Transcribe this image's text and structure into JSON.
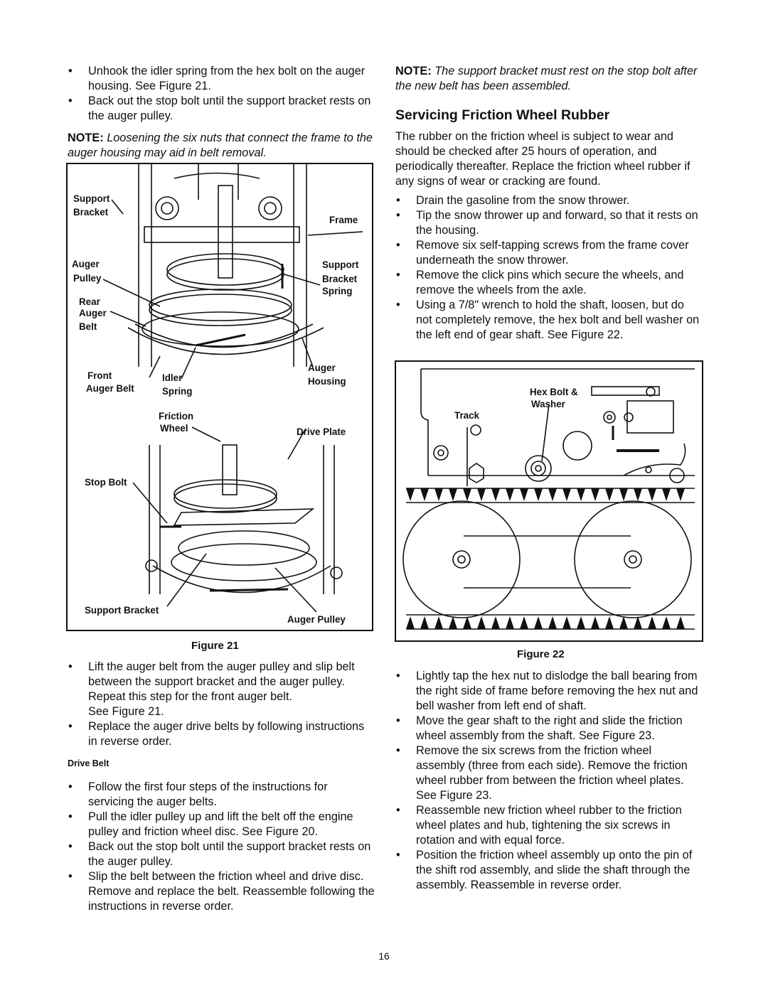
{
  "left_column": {
    "bullets_top": [
      "Unhook the idler spring from the hex bolt on the auger housing. See Figure 21.",
      "Back out the stop bolt until the support bracket rests on the auger pulley."
    ],
    "note_label": "NOTE:",
    "note_text": "Loosening the six nuts that connect the frame to the auger housing may aid in belt removal.",
    "figure21": {
      "caption": "Figure 21",
      "labels": {
        "support_bracket_top_1": "Support",
        "support_bracket_top_2": "Bracket",
        "frame": "Frame",
        "auger_pulley_1": "Auger",
        "auger_pulley_2": "Pulley",
        "support_bracket_spring_1": "Support",
        "support_bracket_spring_2": "Bracket",
        "support_bracket_spring_3": "Spring",
        "rear_auger_belt_1": "Rear",
        "rear_auger_belt_2": "Auger",
        "rear_auger_belt_3": "Belt",
        "front_auger_belt_1": "Front",
        "front_auger_belt_2": "Auger Belt",
        "idler_spring_1": "Idler",
        "idler_spring_2": "Spring",
        "auger_housing_1": "Auger",
        "auger_housing_2": "Housing",
        "friction_wheel_1": "Friction",
        "friction_wheel_2": "Wheel",
        "drive_plate": "Drive Plate",
        "stop_bolt": "Stop Bolt",
        "support_bracket_bottom": "Support Bracket",
        "auger_pulley_bottom": "Auger Pulley"
      }
    },
    "bullets_after_fig": [
      "Lift the auger belt from the auger pulley and slip belt between the support bracket and the auger pulley. Repeat this step for the front auger belt.",
      "Replace the auger drive belts by following instructions in reverse order."
    ],
    "see_figure": "See Figure 21.",
    "drive_belt_heading": "Drive Belt",
    "drive_belt_bullets": [
      "Follow the first four steps of the instructions for servicing the auger belts.",
      "Pull the idler pulley up and lift the belt off the engine pulley and friction wheel disc. See Figure 20.",
      "Back out the stop bolt until the support bracket rests on the auger pulley.",
      "Slip the belt between the friction wheel and drive disc. Remove and replace the belt. Reassemble following the instructions in reverse order."
    ]
  },
  "right_column": {
    "note_label": "NOTE:",
    "note_text": "The support bracket must rest on the stop bolt after the new belt has been assembled.",
    "heading": "Servicing Friction Wheel Rubber",
    "intro": "The rubber on the friction wheel is subject to wear and should be checked after 25 hours of operation, and periodically thereafter. Replace the friction wheel rubber if any signs of wear or cracking are found.",
    "bullets_top": [
      "Drain the gasoline from the snow thrower.",
      "Tip the snow thrower up and forward, so that it rests on the housing.",
      "Remove six self-tapping screws from the frame cover underneath the snow thrower.",
      "Remove the click pins which secure the wheels, and remove the wheels from the axle.",
      "Using a 7/8\" wrench to hold the shaft, loosen, but do not completely remove, the hex bolt and bell washer on the left end of gear shaft. See Figure 22."
    ],
    "figure22": {
      "caption": "Figure 22",
      "labels": {
        "hex_bolt": "Hex Bolt &",
        "washer": "Washer",
        "track": "Track"
      }
    },
    "bullets_bottom": [
      "Lightly tap the hex nut to dislodge the ball bearing from the right side of frame before removing the hex nut and bell washer from left end of shaft.",
      "Move the gear shaft to the right and slide the friction wheel assembly from the shaft. See Figure 23.",
      "Remove the six screws from the friction wheel assembly (three from each side). Remove the friction wheel rubber from between the friction wheel plates. See Figure 23.",
      "Reassemble new friction wheel rubber to the friction wheel plates and hub, tightening the six screws in rotation and with equal force.",
      "Position the friction wheel assembly up onto the pin of the shift rod assembly, and slide the shaft through the assembly. Reassemble in reverse order."
    ]
  },
  "page_number": "16"
}
